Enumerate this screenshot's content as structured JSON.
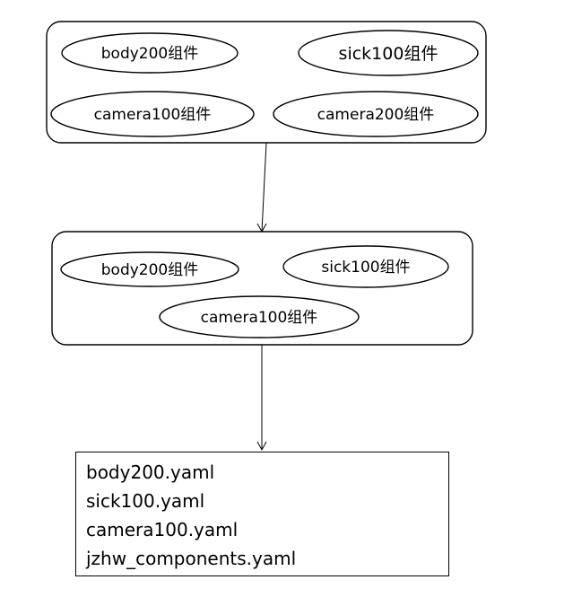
{
  "top_group": {
    "components": [
      "body200组件",
      "sick100组件",
      "camera100组件",
      "camera200组件"
    ]
  },
  "middle_group": {
    "components": [
      "body200组件",
      "sick100组件",
      "camera100组件"
    ]
  },
  "files": [
    "body200.yaml",
    "sick100.yaml",
    "camera100.yaml",
    "jzhw_components.yaml"
  ]
}
